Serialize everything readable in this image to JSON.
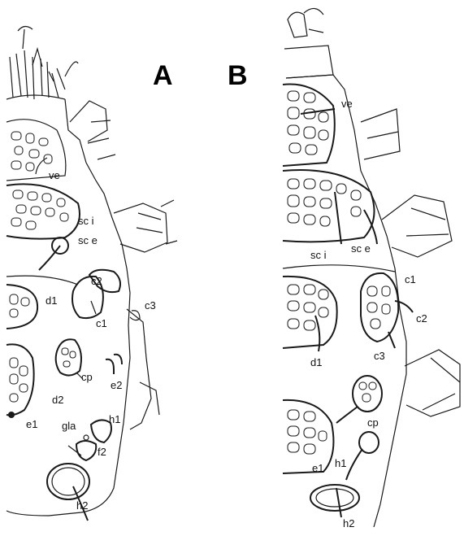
{
  "panels": [
    {
      "letter": "A",
      "labels": {
        "ve": "ve",
        "sc_i": "sc i",
        "sc_e": "sc e",
        "c2": "c2",
        "d1": "d1",
        "c1": "c1",
        "c3": "c3",
        "cp": "cp",
        "e2": "e2",
        "d2": "d2",
        "e1": "e1",
        "h1": "h1",
        "gla": "gla",
        "f2": "f2",
        "h2": "h2"
      }
    },
    {
      "letter": "B",
      "labels": {
        "ve": "ve",
        "sc_i": "sc i",
        "sc_e": "sc e",
        "c1": "c1",
        "c2": "c2",
        "c3": "c3",
        "d1": "d1",
        "cp": "cp",
        "h1": "h1",
        "e1": "e1",
        "h2": "h2"
      }
    }
  ]
}
